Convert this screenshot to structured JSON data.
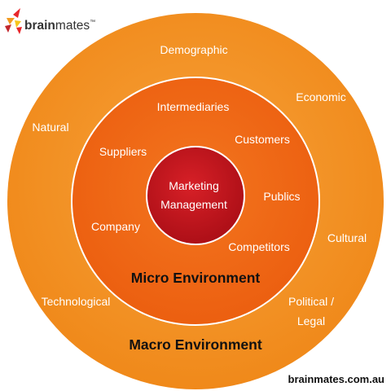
{
  "brand": {
    "name_bold": "brain",
    "name_regular": "mates",
    "trademark": "™",
    "logo_colors": [
      "#e8262b",
      "#f29a1f",
      "#f7c51d",
      "#c2272d"
    ]
  },
  "outer_ring": {
    "title": "Macro Environment",
    "color": "#f39420",
    "labels": {
      "demographic": "Demographic",
      "economic": "Economic",
      "natural": "Natural",
      "cultural": "Cultural",
      "technological": "Technological",
      "political_line1": "Political /",
      "political_line2": "Legal"
    }
  },
  "middle_ring": {
    "title": "Micro Environment",
    "color": "#f06a15",
    "labels": {
      "intermediaries": "Intermediaries",
      "customers": "Customers",
      "suppliers": "Suppliers",
      "publics": "Publics",
      "company": "Company",
      "competitors": "Competitors"
    }
  },
  "center": {
    "line1": "Marketing",
    "line2": "Management",
    "color": "#c0141c"
  },
  "footer": {
    "url": "brainmates.com.au"
  }
}
